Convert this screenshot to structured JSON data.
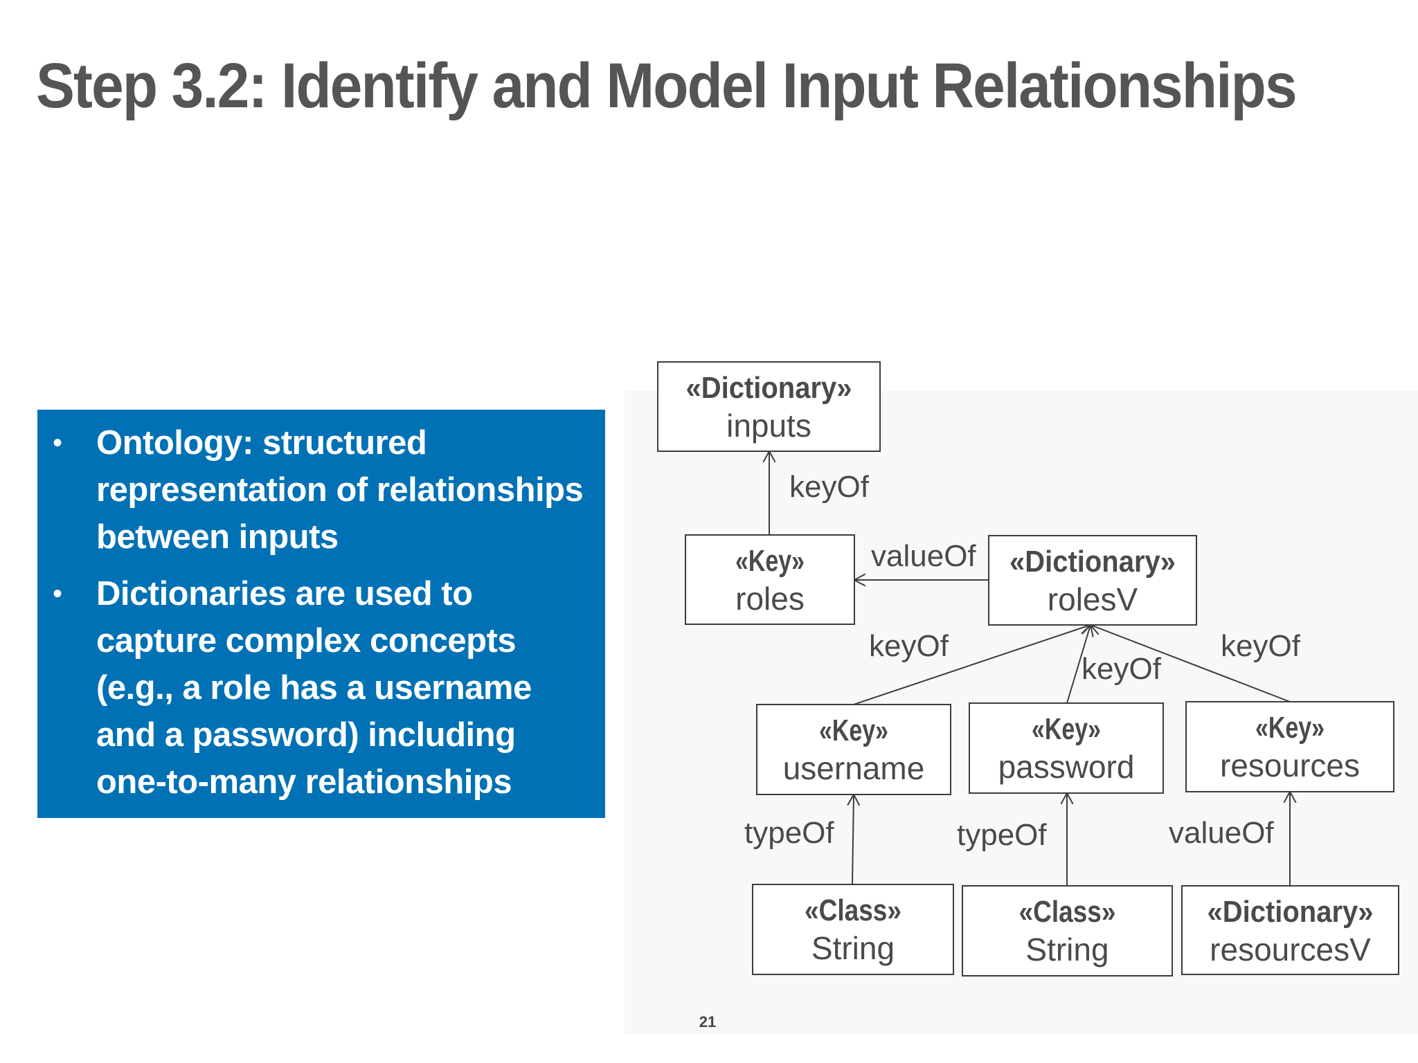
{
  "slide": {
    "title": "Step 3.2: Identify and Model Input Relationships",
    "page_number": "21"
  },
  "info_box": {
    "background_color": "#0071b4",
    "bullets": [
      "Ontology: structured representation of relationships between inputs",
      "Dictionaries are used to capture complex concepts (e.g., a role has a username and a password) including one-to-many relationships"
    ]
  },
  "diagram": {
    "nodes": [
      {
        "id": "inputs",
        "stereotype": "«Dictionary»",
        "name": "inputs"
      },
      {
        "id": "roles",
        "stereotype": "«Key»",
        "name": "roles"
      },
      {
        "id": "rolesV",
        "stereotype": "«Dictionary»",
        "name": "rolesV"
      },
      {
        "id": "username",
        "stereotype": "«Key»",
        "name": "username"
      },
      {
        "id": "password",
        "stereotype": "«Key»",
        "name": "password"
      },
      {
        "id": "resources",
        "stereotype": "«Key»",
        "name": "resources"
      },
      {
        "id": "string1",
        "stereotype": "«Class»",
        "name": "String"
      },
      {
        "id": "string2",
        "stereotype": "«Class»",
        "name": "String"
      },
      {
        "id": "resourcesV",
        "stereotype": "«Dictionary»",
        "name": "resourcesV"
      }
    ],
    "edges": [
      {
        "from": "roles",
        "to": "inputs",
        "label": "keyOf"
      },
      {
        "from": "rolesV",
        "to": "roles",
        "label": "valueOf"
      },
      {
        "from": "username",
        "to": "rolesV",
        "label": "keyOf"
      },
      {
        "from": "password",
        "to": "rolesV",
        "label": "keyOf"
      },
      {
        "from": "resources",
        "to": "rolesV",
        "label": "keyOf"
      },
      {
        "from": "string1",
        "to": "username",
        "label": "typeOf"
      },
      {
        "from": "string2",
        "to": "password",
        "label": "typeOf"
      },
      {
        "from": "resourcesV",
        "to": "resources",
        "label": "valueOf"
      }
    ]
  }
}
